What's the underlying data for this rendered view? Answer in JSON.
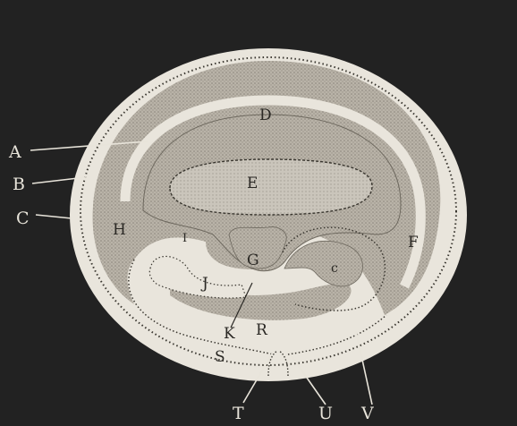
{
  "labels": {
    "A": "A",
    "B": "B",
    "C": "C",
    "D": "D",
    "E": "E",
    "F": "F",
    "G": "G",
    "H": "H",
    "I": "I",
    "J": "J",
    "K": "K",
    "R": "R",
    "S": "S",
    "T": "T",
    "U": "U",
    "V": "V",
    "small_c": "c"
  },
  "colors": {
    "background": "#222222",
    "disc": "#e9e5dc",
    "stipple": "#aea89d",
    "ink": "#2a2824"
  }
}
